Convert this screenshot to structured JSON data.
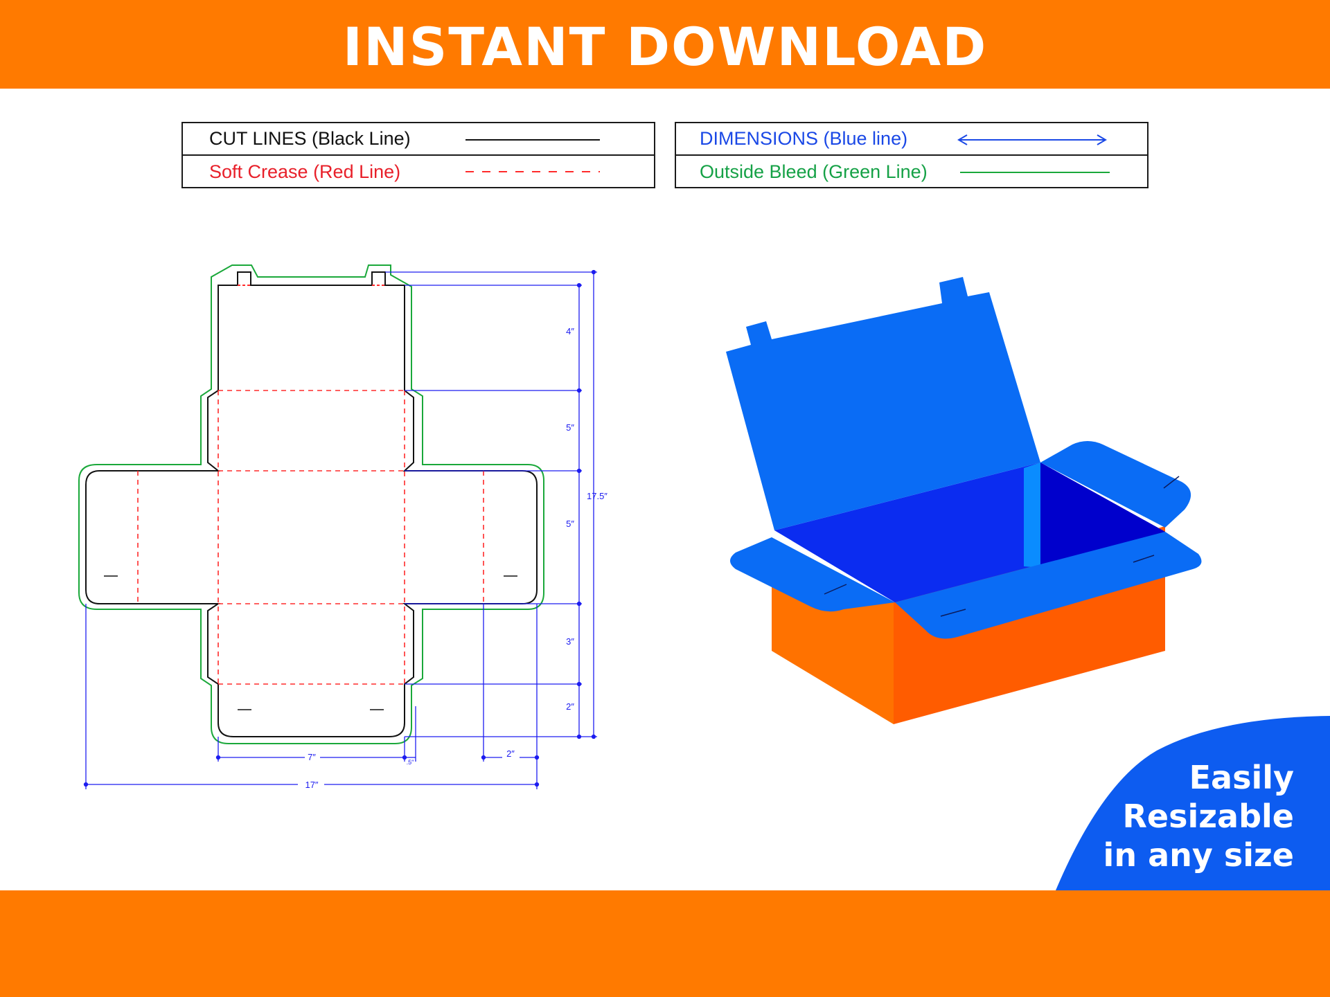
{
  "banner": {
    "title": "INSTANT DOWNLOAD"
  },
  "legend": {
    "cut_lines": "CUT LINES (Black Line)",
    "soft_crease": "Soft Crease (Red Line)",
    "dimensions": "DIMENSIONS (Blue line)",
    "outside_bleed": "Outside Bleed (Green Line)"
  },
  "dielines": {
    "colors": {
      "cut": "#111111",
      "crease": "#ff2a2a",
      "dimension": "#1c1cf0",
      "bleed": "#1aa83a"
    },
    "dims": {
      "h1": "4″",
      "h2": "5″",
      "h3": "5″",
      "h4": "3″",
      "h5": "2″",
      "total_height": "17.5″",
      "w_panel": "7″",
      "w_small": ".5″",
      "w_tab": "2″",
      "total_width": "17″"
    }
  },
  "box_render": {
    "colors": {
      "blue": "#0a6cf5",
      "dark_blue": "#0000d8",
      "orange": "#ff6a00",
      "orange_dark": "#ff5a00"
    }
  },
  "badge": {
    "line1": "Easily",
    "line2": "Resizable",
    "line3": "in any size",
    "color": "#0d5cf0"
  }
}
